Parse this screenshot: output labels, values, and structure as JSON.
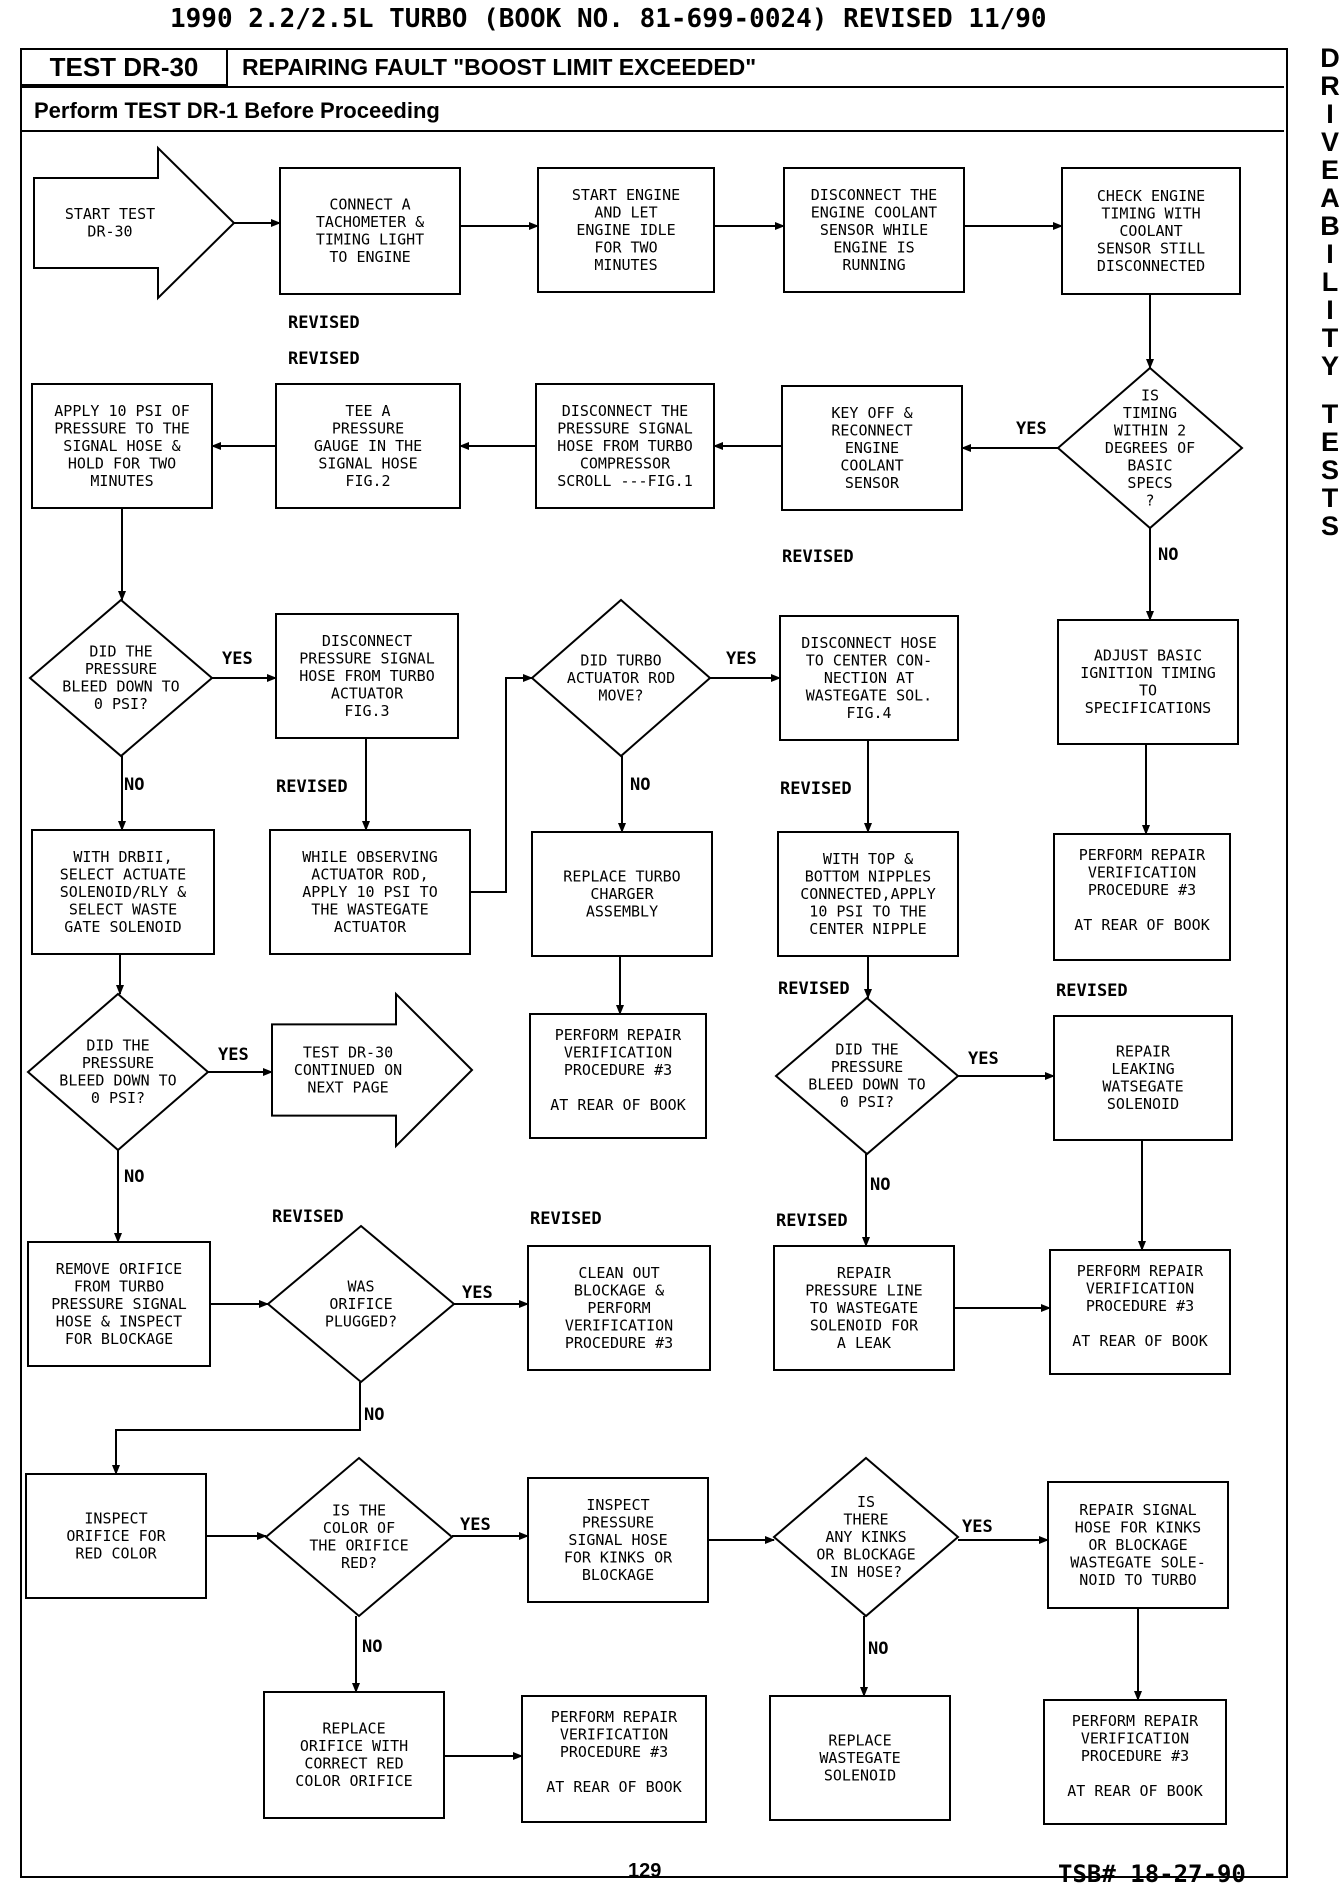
{
  "header": "1990 2.2/2.5L TURBO (BOOK NO. 81-699-0024) REVISED 11/90",
  "test_id": "TEST DR-30",
  "test_title": "REPAIRING FAULT \"BOOST LIMIT EXCEEDED\"",
  "prerequisite": "Perform TEST DR-1 Before Proceeding",
  "side_tab": "DRIVEABILITY TESTS",
  "page_number": "129",
  "tsb": "TSB# 18-27-90",
  "nodes": {
    "start": [
      "START TEST",
      "DR-30"
    ],
    "connect_tach": [
      "CONNECT A",
      "TACHOMETER &",
      "TIMING LIGHT",
      "TO ENGINE"
    ],
    "start_engine": [
      "START ENGINE",
      "AND LET",
      "ENGINE IDLE",
      "FOR TWO",
      "MINUTES"
    ],
    "disconnect_ect": [
      "DISCONNECT THE",
      "ENGINE COOLANT",
      "SENSOR WHILE",
      "ENGINE IS",
      "RUNNING"
    ],
    "check_timing": [
      "CHECK ENGINE",
      "TIMING WITH",
      "COOLANT",
      "SENSOR STILL",
      "DISCONNECTED"
    ],
    "timing_q": [
      "IS",
      "TIMING",
      "WITHIN 2",
      "DEGREES OF",
      "BASIC",
      "SPECS",
      "?"
    ],
    "key_off": [
      "KEY OFF &",
      "RECONNECT",
      "ENGINE",
      "COOLANT",
      "SENSOR"
    ],
    "disc_signal_comp": [
      "DISCONNECT THE",
      "PRESSURE SIGNAL",
      "HOSE FROM TURBO",
      "COMPRESSOR",
      "SCROLL ---FIG.1"
    ],
    "tee_gauge": [
      "TEE A",
      "PRESSURE",
      "GAUGE IN THE",
      "SIGNAL HOSE",
      "FIG.2"
    ],
    "apply_10_hold": [
      "APPLY 10 PSI OF",
      "PRESSURE TO THE",
      "SIGNAL HOSE &",
      "HOLD FOR TWO",
      "MINUTES"
    ],
    "adjust_timing": [
      "ADJUST BASIC",
      "IGNITION TIMING",
      "TO",
      "SPECIFICATIONS"
    ],
    "bleed_q1": [
      "DID THE",
      "PRESSURE",
      "BLEED DOWN TO",
      "0 PSI?"
    ],
    "disc_signal_act": [
      "DISCONNECT",
      "PRESSURE SIGNAL",
      "HOSE FROM TURBO",
      "ACTUATOR",
      "FIG.3"
    ],
    "rod_q": [
      "DID TURBO",
      "ACTUATOR ROD",
      "MOVE?"
    ],
    "disc_center": [
      "DISCONNECT HOSE",
      "TO CENTER CON-",
      "NECTION AT",
      "WASTEGATE SOL.",
      "FIG.4"
    ],
    "drbii_select": [
      "WITH DRBII,",
      "SELECT ACTUATE",
      "SOLENOID/RLY &",
      "SELECT WASTE",
      "GATE SOLENOID"
    ],
    "observe_rod": [
      "WHILE OBSERVING",
      "ACTUATOR ROD,",
      "APPLY 10 PSI TO",
      "THE WASTEGATE",
      "ACTUATOR"
    ],
    "replace_turbo": [
      "REPLACE TURBO",
      "CHARGER",
      "ASSEMBLY"
    ],
    "top_bottom": [
      "WITH TOP &",
      "BOTTOM NIPPLES",
      "CONNECTED,APPLY",
      "10 PSI TO THE",
      "CENTER NIPPLE"
    ],
    "verify_1": [
      "PERFORM REPAIR",
      "VERIFICATION",
      "PROCEDURE #3",
      "",
      "AT REAR OF BOOK"
    ],
    "bleed_q2": [
      "DID THE",
      "PRESSURE",
      "BLEED DOWN TO",
      "0 PSI?"
    ],
    "continued": [
      "TEST DR-30",
      "CONTINUED ON",
      "NEXT PAGE"
    ],
    "verify_2": [
      "PERFORM REPAIR",
      "VERIFICATION",
      "PROCEDURE #3",
      "",
      "AT REAR OF BOOK"
    ],
    "bleed_q3": [
      "DID THE",
      "PRESSURE",
      "BLEED DOWN TO",
      "0 PSI?"
    ],
    "repair_leaking": [
      "REPAIR",
      "LEAKING",
      "WATSEGATE",
      "SOLENOID"
    ],
    "remove_orifice": [
      "REMOVE ORIFICE",
      "FROM TURBO",
      "PRESSURE SIGNAL",
      "HOSE & INSPECT",
      "FOR BLOCKAGE"
    ],
    "plugged_q": [
      "WAS",
      "ORIFICE",
      "PLUGGED?"
    ],
    "clean_out": [
      "CLEAN OUT",
      "BLOCKAGE &",
      "PERFORM",
      "VERIFICATION",
      "PROCEDURE #3"
    ],
    "repair_line": [
      "REPAIR",
      "PRESSURE LINE",
      "TO WASTEGATE",
      "SOLENOID FOR",
      "A LEAK"
    ],
    "verify_3": [
      "PERFORM REPAIR",
      "VERIFICATION",
      "PROCEDURE #3",
      "",
      "AT REAR OF BOOK"
    ],
    "inspect_red": [
      "INSPECT",
      "ORIFICE FOR",
      "RED COLOR"
    ],
    "color_q": [
      "IS THE",
      "COLOR OF",
      "THE ORIFICE",
      "RED?"
    ],
    "inspect_kinks": [
      "INSPECT",
      "PRESSURE",
      "SIGNAL HOSE",
      "FOR KINKS OR",
      "BLOCKAGE"
    ],
    "kinks_q": [
      "IS",
      "THERE",
      "ANY KINKS",
      "OR BLOCKAGE",
      "IN HOSE?"
    ],
    "repair_signal": [
      "REPAIR SIGNAL",
      "HOSE FOR KINKS",
      "OR BLOCKAGE",
      "WASTEGATE SOLE-",
      "NOID TO TURBO"
    ],
    "replace_orifice": [
      "REPLACE",
      "ORIFICE WITH",
      "CORRECT RED",
      "COLOR ORIFICE"
    ],
    "verify_4": [
      "PERFORM REPAIR",
      "VERIFICATION",
      "PROCEDURE #3",
      "",
      "AT REAR OF BOOK"
    ],
    "replace_solenoid": [
      "REPLACE",
      "WASTEGATE",
      "SOLENOID"
    ],
    "verify_5": [
      "PERFORM REPAIR",
      "VERIFICATION",
      "PROCEDURE #3",
      "",
      "AT REAR OF BOOK"
    ]
  },
  "labels": {
    "yes": "YES",
    "no": "NO",
    "revised": "REVISED"
  }
}
